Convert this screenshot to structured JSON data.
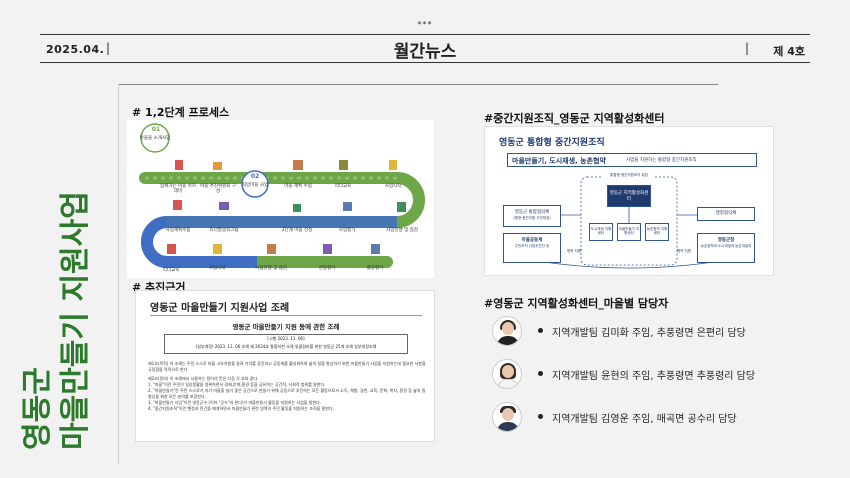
{
  "header": {
    "stars": "***",
    "date": "2025.04.",
    "pipe": "|",
    "title": "월간뉴스",
    "issue": "제 4호"
  },
  "side_title": {
    "line1": "영동군",
    "line2": "마을만들기 지원사업"
  },
  "process": {
    "heading": "# 1,2단계 프로세스",
    "step1_num": "01",
    "step1_label": "마을을 소개사업",
    "step2_num": "02",
    "step2_label": "희망마을 사업",
    "stages": [
      "함께가는 마을 아카데미",
      "마을 추진위원회 구성",
      "마을 계획 수립",
      "리더교육",
      "사업시작",
      "사업계획수립",
      "리더발굴워크숍",
      "2단계 마을 선정",
      "사업평가",
      "사업진행 및 점검",
      "리더교육",
      "사업시작",
      "사업진행 및 점검",
      "현장평가",
      "활동평가"
    ]
  },
  "legal": {
    "heading": "# 추진근거",
    "title": "영동군 마을만들기 지원사업 조례",
    "subtitle": "영동군 마을만들기 지원 등에 관한 조례",
    "box_line1": "[시행 2023. 11. 06]",
    "box_line2": "(일부개정) 2023. 11. 06 조례 제 2024호 통합하천 조례 일괄정비를 위한 영동군 25개 조례 일부개정조례",
    "body": [
      "제1조(목적) 이 조례는 주민 스스로 마을 고유자원을 살려 가치를 증진하고 공동체를 활성화하여 삶의 질을 향상하기 위한 마을만들기 사업을 지원하는데 필요한 사항을 규정함을 목적으로 한다",
      "제2조(정의) 이 조례에서 사용하는 용어의 뜻은 다음 각 호와 같다.",
      "1. \"마을\"이란 주민이 일상생활을 영위하면서 경제,문화,환경 등을 공유하는 공간적, 사회적 범위를 말한다.",
      "2. \"마을만들기\"란 주민 스스로가 자기 마을을 살기 좋은 공간으로 만들기 위해 공동으로 추진하는 모든 활동으로서 소득, 체험, 경관, 교육, 문화, 복지, 환경 등 삶의 질 향상을 위한 모든 분야를 포함한다.",
      "3. \"마을만들기 사업\"이란 영동군수 (이하 \"군수\"라 한다)가 마을만들기 활동을 지원하는 사업을 말한다.",
      "4. \"중간지원조직\"이란 행정과 민간을 매개하면서 마을만들기 관련 영역의 주민 활동을 지원하는 조직을 말한다."
    ]
  },
  "org": {
    "heading": "#중간지원조직_영동군 지역활성화센터",
    "title": "영동군 통합형 중간지원조직",
    "banner_bold": "마을만들기, 도시재생, 농촌협약",
    "banner_sub": "사업을 지원하는 통합형 중간지원조직",
    "top_label": "통합형 중간지원조직 설립",
    "center": "영동군 지역활성화센터",
    "left_top": "영동군 통합협의체",
    "left_top_sub": "(행정·중간지원·주민대표)",
    "right_top": "행정협의체",
    "left_bottom": "마을공동체",
    "left_bottom_sub": "주민조직 사업추진단 등",
    "right_bottom": "영동군청",
    "right_bottom_sub": "농촌정책과 도시재생과 농촌개발과",
    "sub1": "도시재생 지원센터",
    "sub2": "마을만들기 지원센터",
    "sub3": "농촌협약 지원센터",
    "arrow_left": "협력 지원",
    "arrow_right": "협력 지원"
  },
  "staff": {
    "heading": "#영동군 지역활성화센터_마을별 담당자",
    "people": [
      {
        "text": "지역개발팀 김미화 주임, 추풍령면 은편리 담당"
      },
      {
        "text": "지역개발팀 윤현의 주임, 추풍령면 추풍령리 담당"
      },
      {
        "text": "지역개발팀 김영운 주임, 매곡면 공수리 담당"
      }
    ]
  },
  "colors": {
    "accent_green": "#2d7a2d",
    "path_green": "#6ea64a",
    "path_blue": "#3f6fc4",
    "org_navy": "#1f3b6e"
  }
}
